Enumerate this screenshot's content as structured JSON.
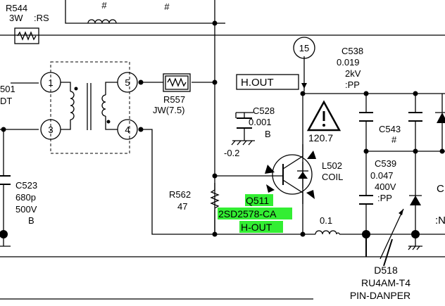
{
  "labels": {
    "r544_name": "R544",
    "r544_value": "3W",
    "r544_type": ":RS",
    "hash_1": "#",
    "hash_2": "#",
    "t501_name_fragment": "501",
    "t501_type_fragment": "DT",
    "pin_1": "1",
    "pin_3": "3",
    "pin_5": "5",
    "pin_4": "4",
    "r557_name": "R557",
    "r557_value": "JW(7.5)",
    "hout_box": "H.OUT",
    "node_15": "15",
    "c538_name": "C538",
    "c538_value": "0.019",
    "c538_voltage": "2kV",
    "c538_type": ":PP",
    "c528_name": "C528",
    "c528_value": "0.001",
    "c528_type": "B",
    "voltage_neg": "-0.2",
    "voltage_120": "120.7",
    "c543_name": "C543",
    "c543_hash": "#",
    "c539_name": "C539",
    "c539_value": "0.047",
    "c539_voltage": "400V",
    "c539_type": ":PP",
    "l502_name": "L502",
    "l502_type": "COIL",
    "c523_name": "C523",
    "c523_value": "680p",
    "c523_voltage": "500V",
    "c523_type": "B",
    "r562_name": "R562",
    "r562_value": "47",
    "q511_name": "Q511",
    "q511_part": "2SD2578-CA",
    "q511_role": "H-OUT",
    "coil_value": "0.1",
    "d518_name": "D518",
    "d518_part": "RU4AM-T4",
    "d518_role": "PIN-DANPER",
    "edge_c": "C",
    "edge_n": ":N"
  },
  "colors": {
    "line": "#000000",
    "highlight": "#33ee33",
    "background": "#ffffff"
  }
}
